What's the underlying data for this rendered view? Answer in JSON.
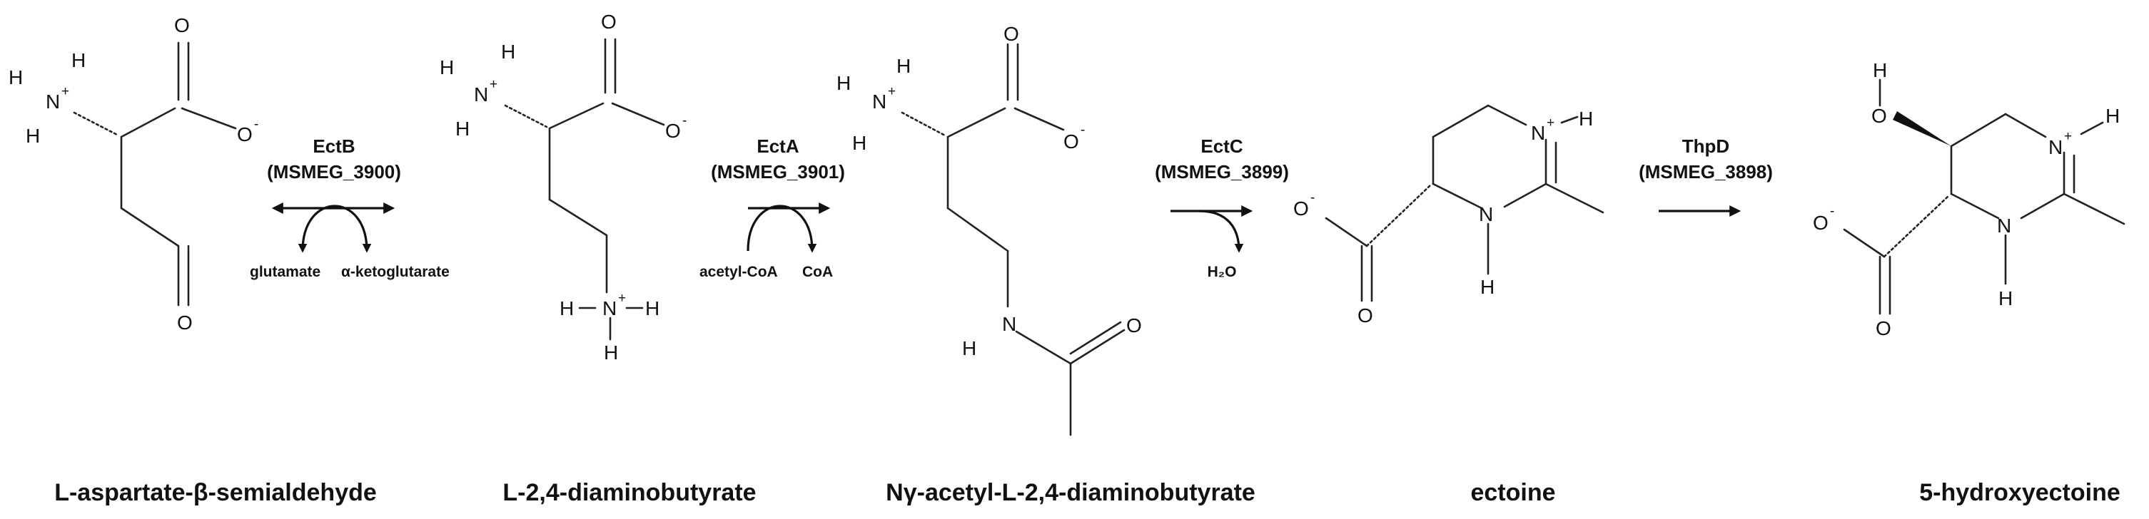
{
  "compounds": [
    {
      "name": "L-aspartate-β-semialdehyde"
    },
    {
      "name": "L-2,4-diaminobutyrate"
    },
    {
      "name": "Nγ-acetyl-L-2,4-diaminobutyrate"
    },
    {
      "name": "ectoine"
    },
    {
      "name": "5-hydroxyectoine"
    }
  ],
  "reactions": [
    {
      "enzyme": "EctB",
      "locus": "(MSMEG_3900)",
      "cofactor_in": "glutamate",
      "cofactor_out": "α-ketoglutarate",
      "reversible": true
    },
    {
      "enzyme": "EctA",
      "locus": "(MSMEG_3901)",
      "cofactor_in": "acetyl-CoA",
      "cofactor_out": "CoA",
      "reversible": false
    },
    {
      "enzyme": "EctC",
      "locus": "(MSMEG_3899)",
      "cofactor_out": "H₂O",
      "reversible": false
    },
    {
      "enzyme": "ThpD",
      "locus": "(MSMEG_3898)",
      "reversible": false
    }
  ],
  "atoms": {
    "H": "H",
    "N": "N",
    "O": "O",
    "plus": "+",
    "minus": "-",
    "two": "2"
  }
}
